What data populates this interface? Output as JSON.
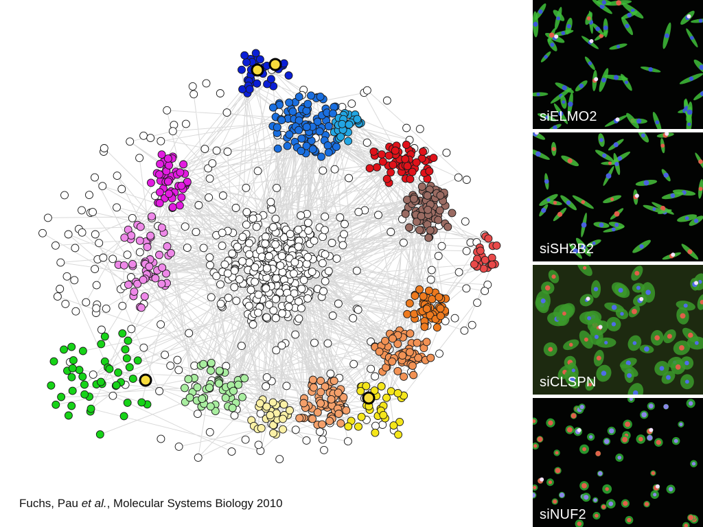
{
  "citation": {
    "authors": "Fuchs, Pau ",
    "et_al": "et al.",
    "rest": ", Molecular Systems Biology 2010"
  },
  "network": {
    "edge_color": "#d9d9d9",
    "node_stroke": "#1a1a1a",
    "clusters": [
      {
        "name": "blue",
        "color": "#0a1fd6",
        "count": 32
      },
      {
        "name": "medium-blue",
        "color": "#1a6fe0",
        "count": 95
      },
      {
        "name": "light-blue",
        "color": "#22a6e3",
        "count": 30
      },
      {
        "name": "red",
        "color": "#e0121a",
        "count": 55
      },
      {
        "name": "brown",
        "color": "#9a6b62",
        "count": 75
      },
      {
        "name": "salmon-red",
        "color": "#e94a4a",
        "count": 20
      },
      {
        "name": "orange",
        "color": "#ee7a1e",
        "count": 45
      },
      {
        "name": "light-orange",
        "color": "#f29254",
        "count": 60
      },
      {
        "name": "peach",
        "color": "#f4a06a",
        "count": 60
      },
      {
        "name": "yellow",
        "color": "#f5e61a",
        "count": 30
      },
      {
        "name": "pale-yellow",
        "color": "#fbf1a6",
        "count": 30
      },
      {
        "name": "pale-green",
        "color": "#a9eea0",
        "count": 45
      },
      {
        "name": "green",
        "color": "#17d318",
        "count": 45
      },
      {
        "name": "magenta",
        "color": "#e21ce0",
        "count": 45
      },
      {
        "name": "pink",
        "color": "#ee88e8",
        "count": 50
      },
      {
        "name": "white",
        "color": "#ffffff",
        "count": 560
      }
    ],
    "highlight": {
      "color": "#f7dc3c",
      "stroke": "#000000",
      "count": 4
    }
  },
  "panels": [
    {
      "label": "siELMO2"
    },
    {
      "label": "siSH2B2"
    },
    {
      "label": "siCLSPN"
    },
    {
      "label": "siNUF2"
    }
  ]
}
